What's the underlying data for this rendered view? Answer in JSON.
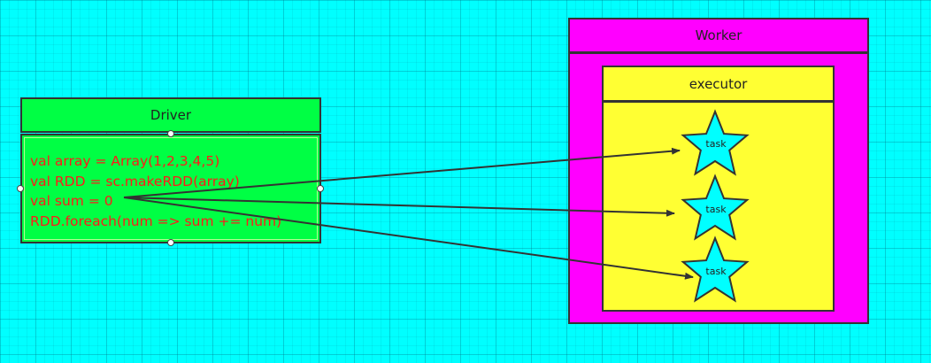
{
  "driver": {
    "title": "Driver",
    "code_lines": [
      "val array = Array(1,2,3,4,5)",
      "val RDD = sc.makeRDD(array)",
      "val sum = 0",
      "RDD.foreach(num => sum += num)"
    ]
  },
  "worker": {
    "title": "Worker",
    "executor": {
      "title": "executor",
      "tasks": [
        "task",
        "task",
        "task"
      ]
    }
  },
  "colors": {
    "background": "#00ffff",
    "driver": "#00ff44",
    "worker": "#ff00ff",
    "executor": "#ffff33",
    "task": "#00ffff",
    "code_text": "#ff1a1a"
  }
}
